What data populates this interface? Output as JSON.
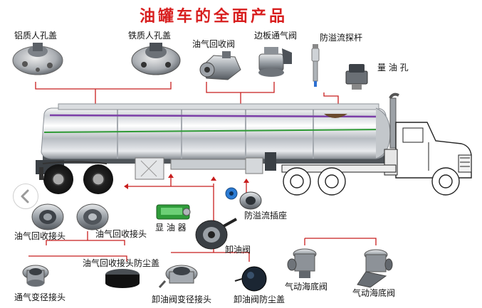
{
  "title": "油罐车的全面产品",
  "colors": {
    "title": "#d81e1e",
    "leader": "#c81e1e"
  },
  "labels": {
    "aluminum_manhole": "铝质人孔盖",
    "iron_manhole": "铁质人孔盖",
    "vapor_recovery_valve": "油气回收阀",
    "side_vent_valve": "边板通气阀",
    "overflow_probe": "防溢流探杆",
    "dipstick_hole": "量 油 孔",
    "vapor_coupler_1": "油气回收接头",
    "vapor_coupler_2": "油气回收接头",
    "sight_glass": "显 油 器",
    "overflow_socket": "防溢流插座",
    "unload_valve": "卸油阀",
    "vapor_dust_cap": "油气回收接头防尘盖",
    "vent_adapter": "通气变径接头",
    "unload_adapter": "卸油阀变径接头",
    "unload_dust_cap": "卸油阀防尘盖",
    "pneumatic_valve_1": "气动海底阀",
    "pneumatic_valve_2": "气动海底阀"
  },
  "icons": {
    "prev": "chevron-left-icon"
  }
}
